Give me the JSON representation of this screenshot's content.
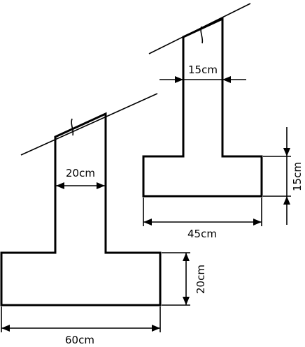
{
  "footings": [
    {
      "id": "large",
      "wall_width": "20cm",
      "base_width": "60cm",
      "base_thickness": "20cm"
    },
    {
      "id": "small",
      "wall_width": "15cm",
      "base_width": "45cm",
      "base_thickness": "15cm"
    }
  ],
  "colors": {
    "ink": "#000000",
    "paper": "#ffffff"
  }
}
